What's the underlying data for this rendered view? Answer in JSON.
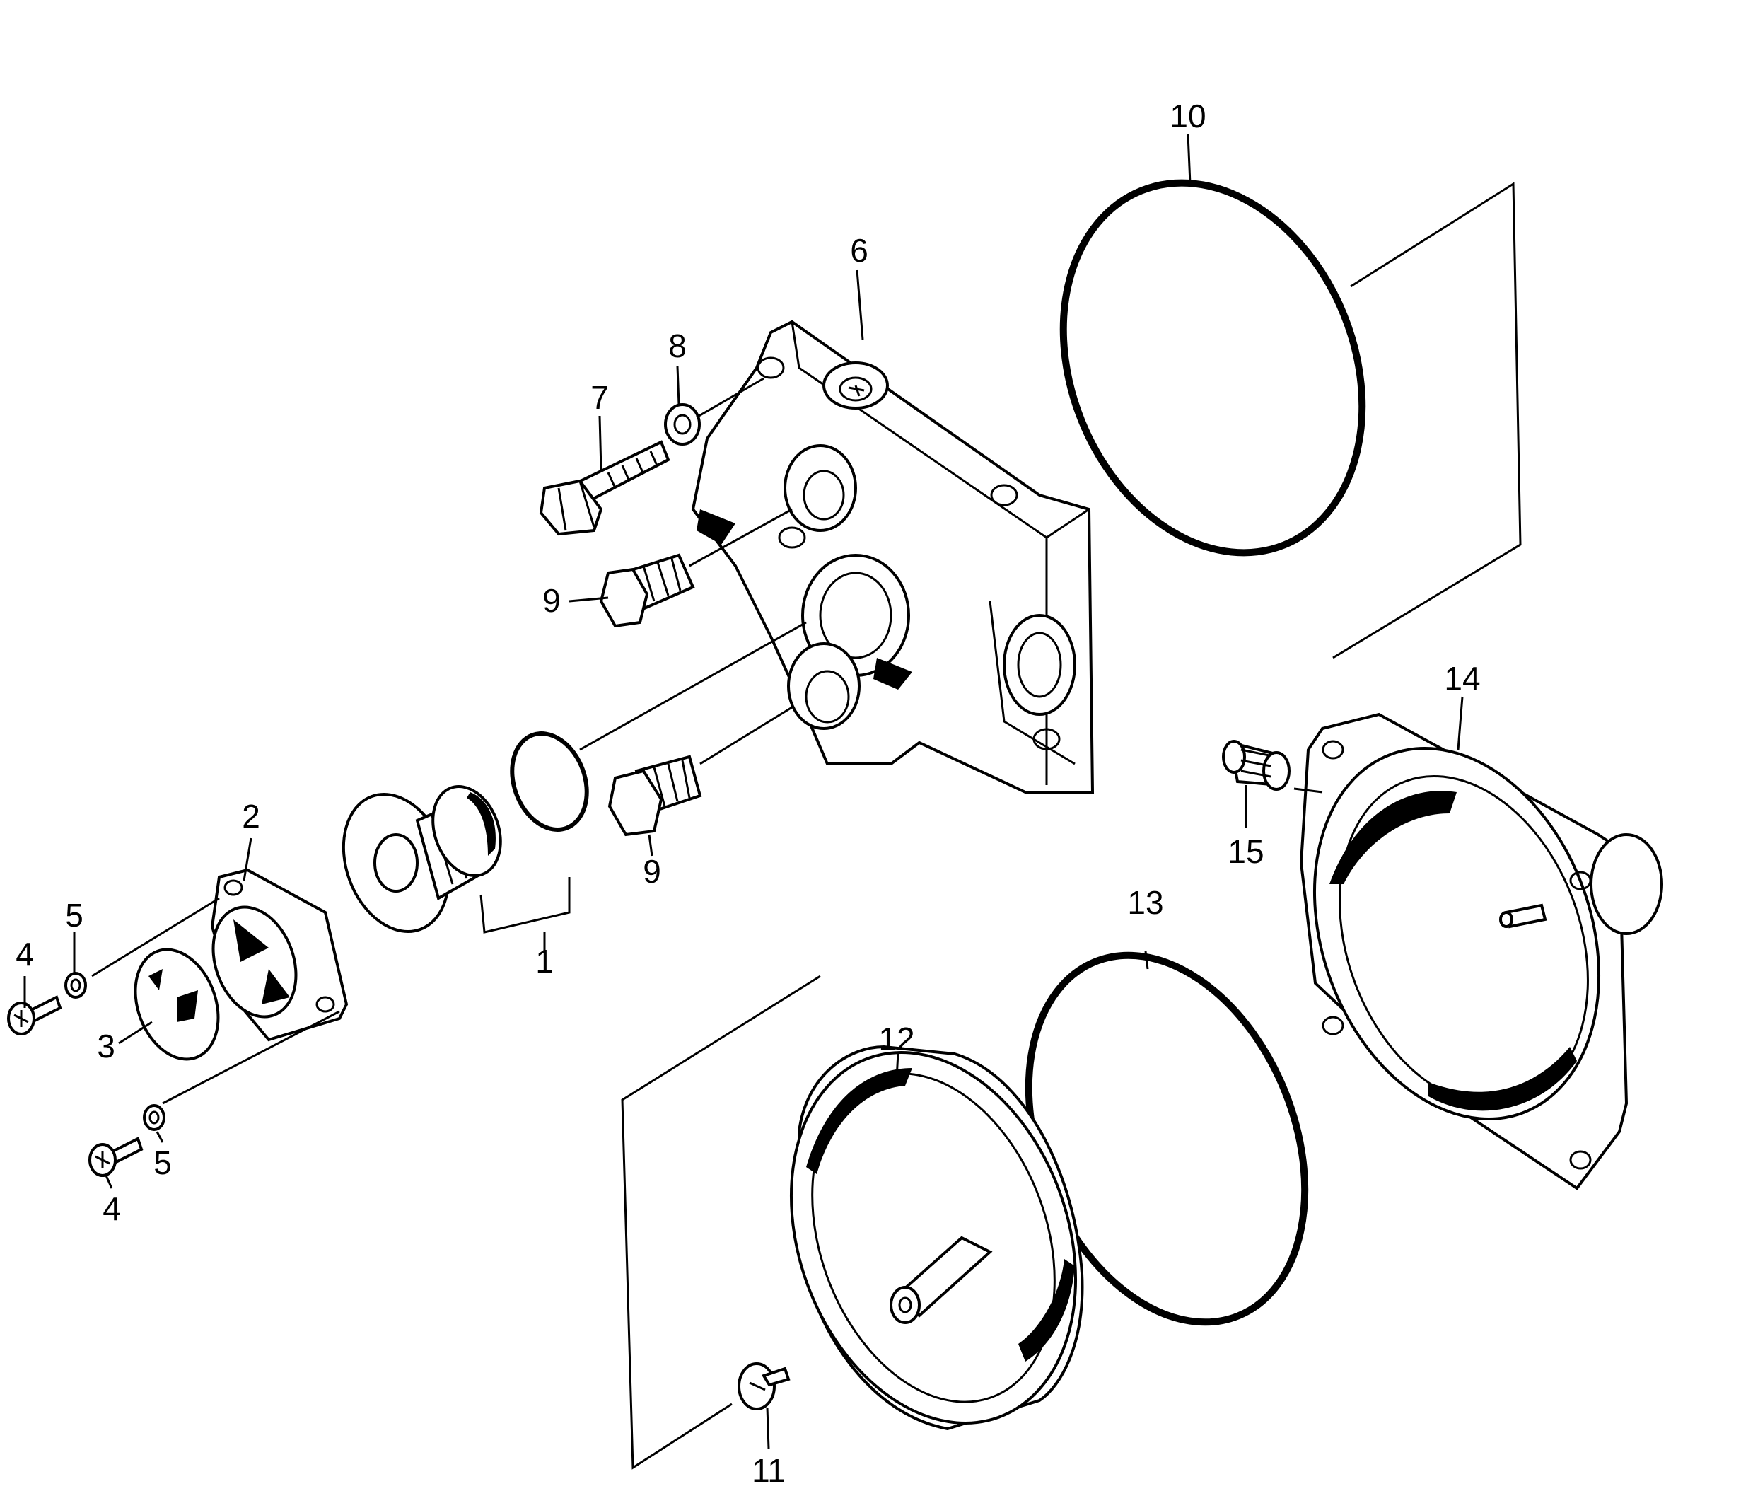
{
  "diagram": {
    "callouts": [
      {
        "id": "c1",
        "label": "1"
      },
      {
        "id": "c2",
        "label": "2"
      },
      {
        "id": "c3",
        "label": "3"
      },
      {
        "id": "c4a",
        "label": "4"
      },
      {
        "id": "c4b",
        "label": "4"
      },
      {
        "id": "c5a",
        "label": "5"
      },
      {
        "id": "c5b",
        "label": "5"
      },
      {
        "id": "c6",
        "label": "6"
      },
      {
        "id": "c7",
        "label": "7"
      },
      {
        "id": "c8",
        "label": "8"
      },
      {
        "id": "c9a",
        "label": "9"
      },
      {
        "id": "c9b",
        "label": "9"
      },
      {
        "id": "c10",
        "label": "10"
      },
      {
        "id": "c11",
        "label": "11"
      },
      {
        "id": "c12",
        "label": "12"
      },
      {
        "id": "c13",
        "label": "13"
      },
      {
        "id": "c14",
        "label": "14"
      },
      {
        "id": "c15",
        "label": "15"
      }
    ]
  }
}
